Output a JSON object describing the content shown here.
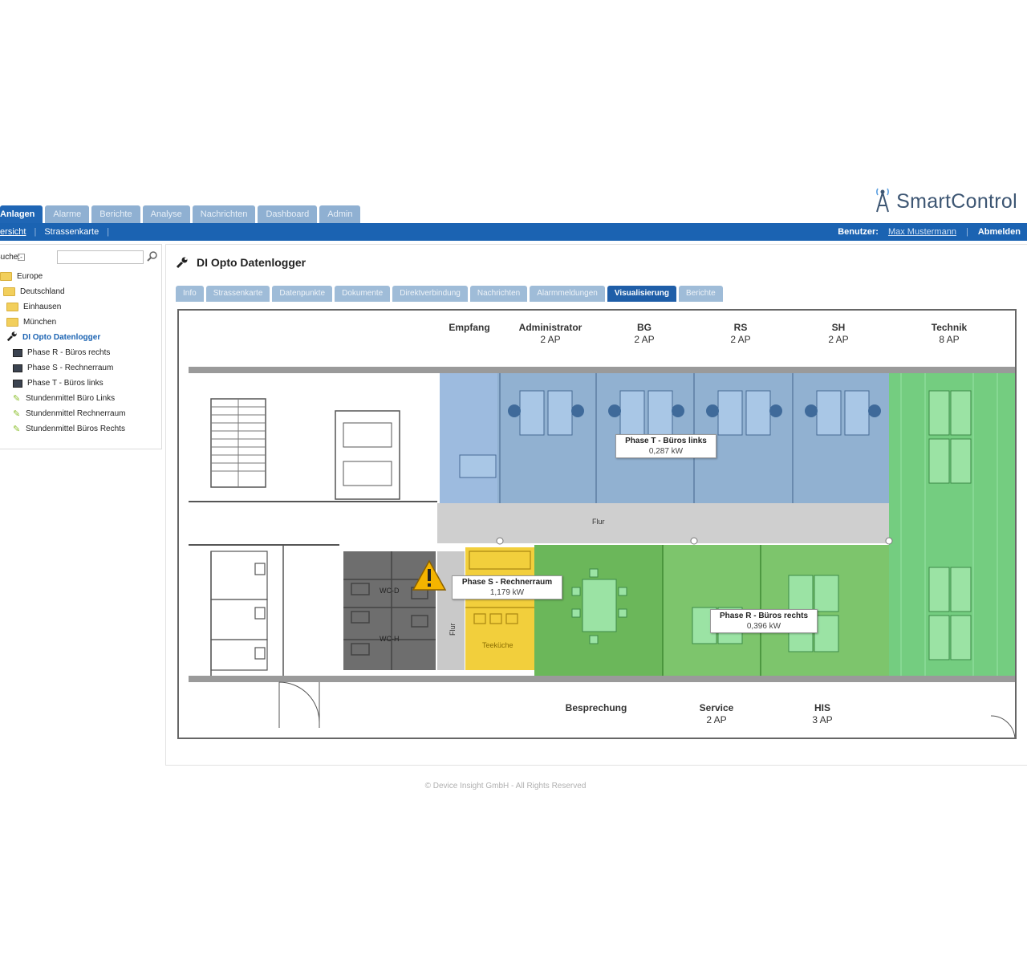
{
  "main_tabs": [
    "Anlagen",
    "Alarme",
    "Berichte",
    "Analyse",
    "Nachrichten",
    "Dashboard",
    "Admin"
  ],
  "logo_text": "SmartControl",
  "nav": {
    "overview": "Übersicht",
    "streetmap": "Strassenkarte",
    "user_label": "Benutzer:",
    "user_name": "Max Mustermann",
    "logout": "Abmelden"
  },
  "sidebar": {
    "search_label": "Suche:",
    "search_value": "",
    "tree": [
      {
        "label": "Europe",
        "icon": "folder-icon",
        "level": 0
      },
      {
        "label": "Deutschland",
        "icon": "folder-icon",
        "level": 1
      },
      {
        "label": "Einhausen",
        "icon": "folder-icon",
        "level": 2
      },
      {
        "label": "München",
        "icon": "folder-icon",
        "level": 2
      },
      {
        "label": "DI Opto Datenlogger",
        "icon": "wrench-icon",
        "level": 3,
        "selected": true
      },
      {
        "label": "Phase R - Büros rechts",
        "icon": "sensor-icon",
        "level": 4
      },
      {
        "label": "Phase S - Rechnerraum",
        "icon": "sensor-icon",
        "level": 4
      },
      {
        "label": "Phase T - Büros links",
        "icon": "sensor-icon",
        "level": 4
      },
      {
        "label": "Stundenmittel Büro Links",
        "icon": "pencil-icon",
        "level": 4
      },
      {
        "label": "Stundenmittel Rechnerraum",
        "icon": "pencil-icon",
        "level": 4
      },
      {
        "label": "Stundenmittel Büros Rechts",
        "icon": "pencil-icon",
        "level": 4
      }
    ]
  },
  "device_title": "DI Opto Datenlogger",
  "sub_tabs": [
    "Info",
    "Strassenkarte",
    "Datenpunkte",
    "Dokumente",
    "Direktverbindung",
    "Nachrichten",
    "Alarmmeldungen",
    "Visualisierung",
    "Berichte"
  ],
  "active_sub_tab": "Visualisierung",
  "rooms_top": [
    {
      "name": "Empfang",
      "ap": ""
    },
    {
      "name": "Administrator",
      "ap": "2 AP"
    },
    {
      "name": "BG",
      "ap": "2 AP"
    },
    {
      "name": "RS",
      "ap": "2 AP"
    },
    {
      "name": "SH",
      "ap": "2 AP"
    },
    {
      "name": "Technik",
      "ap": "8 AP"
    }
  ],
  "rooms_bottom": [
    {
      "name": "Besprechung",
      "ap": ""
    },
    {
      "name": "Service",
      "ap": "2 AP"
    },
    {
      "name": "HIS",
      "ap": "3 AP"
    }
  ],
  "floor_labels": {
    "flur": "Flur",
    "flur2": "Flur",
    "teekueche": "Teeküche",
    "wc_d": "WC-D",
    "wc_h": "WC-H"
  },
  "phases": {
    "t": {
      "title": "Phase T - Büros links",
      "value": "0,287 kW"
    },
    "s": {
      "title": "Phase S - Rechnerraum",
      "value": "1,179 kW"
    },
    "r": {
      "title": "Phase R - Büros rechts",
      "value": "0,396 kW"
    }
  },
  "colors": {
    "phase_t": "#7ea3c9",
    "phase_s": "#f2cf3c",
    "phase_r": "#6fbf5c",
    "technik": "#5cc46a",
    "brand": "#1b63b2"
  },
  "footer": "© Device Insight GmbH - All Rights Reserved"
}
